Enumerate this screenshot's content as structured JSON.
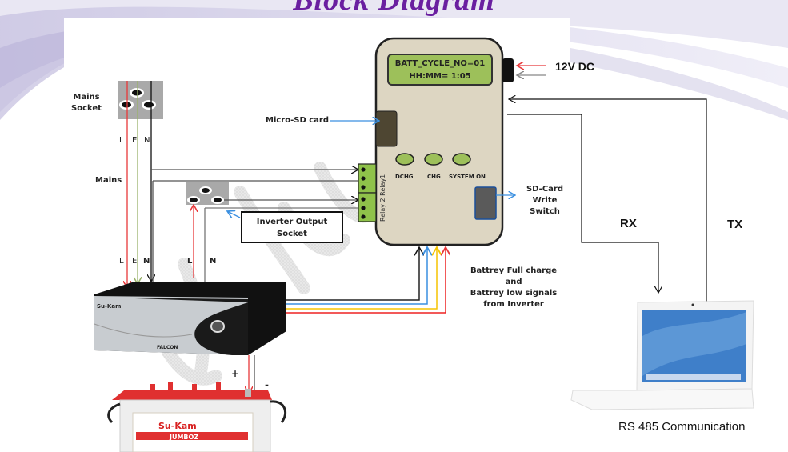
{
  "title": "Block Diagram",
  "colors": {
    "title": "#6a1fa0",
    "device_body": "#ddd6c2",
    "lcd": "#9dc05a",
    "relay": "#8fc24a",
    "live_wire": "#e8383a",
    "earth_wire": "#9ab26a",
    "neutral_wire": "#111111",
    "signal_blue": "#3a8fe0",
    "signal_yellow": "#f5c400",
    "signal_red": "#ee2222"
  },
  "device": {
    "lcd_line1": "BATT_CYCLE_NO=01",
    "lcd_line2": "HH:MM= 1:05",
    "leds": [
      "DCHG",
      "CHG",
      "SYSTEM ON"
    ],
    "relay_label": "Relay 2 Relay1"
  },
  "labels": {
    "power_in": "12V DC",
    "micro_sd": "Micro-SD card",
    "sd_switch_line1": "SD-Card",
    "sd_switch_line2": "Write",
    "sd_switch_line3": "Switch",
    "mains_socket_line1": "Mains",
    "mains_socket_line2": "Socket",
    "mains": "Mains",
    "wire_L": "L",
    "wire_E": "E",
    "wire_N": "N",
    "inverter_output_line1": "Inverter Output",
    "inverter_output_line2": "Socket",
    "signals_line1": "Battrey Full charge and",
    "signals_line2": "Battrey low signals",
    "signals_line3": "from Inverter",
    "rx": "RX",
    "tx": "TX",
    "battery_plus": "+",
    "battery_minus": "-",
    "footer": "RS 485 Communication"
  },
  "inverter": {
    "brand": "Su-Kam",
    "model": "FALCON"
  },
  "battery": {
    "brand": "Su-Kam",
    "model": "JUMBOZ"
  }
}
